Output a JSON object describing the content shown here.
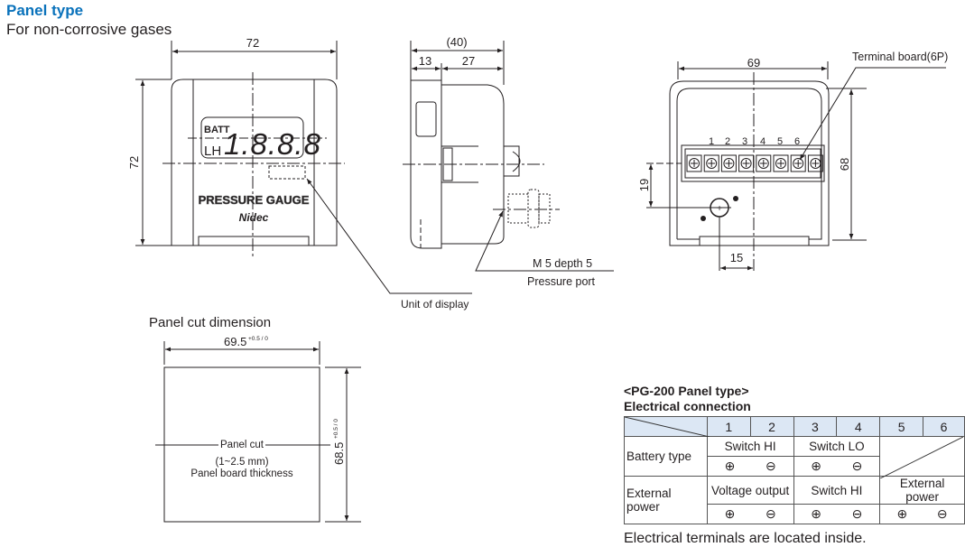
{
  "header": {
    "title": "Panel type",
    "subtitle": "For non-corrosive gases"
  },
  "front_view": {
    "width_dim": "72",
    "height_dim": "72",
    "display_batt": "BATT",
    "display_lh": "LH",
    "display_digits": "1.8.8.8",
    "label": "PRESSURE GAUGE",
    "brand": "Nidec",
    "callout": "Unit of display"
  },
  "side_view": {
    "total_dim": "(40)",
    "front_dim": "13",
    "rear_dim": "27",
    "port_spec": "M 5 depth 5",
    "port_label": "Pressure port"
  },
  "rear_view": {
    "width_dim": "69",
    "height_dim": "68",
    "offset_v": "19",
    "offset_h": "15",
    "terminal_label": "Terminal board(6P)",
    "terminal_numbers": [
      "1",
      "2",
      "3",
      "4",
      "5",
      "6"
    ]
  },
  "panel_cut": {
    "title": "Panel cut dimension",
    "width_dim": "69.5",
    "width_tol": "+0.5 / 0",
    "height_dim": "68.5",
    "height_tol": "+0.5 / 0",
    "center_label": "Panel cut",
    "thickness": "(1~2.5 mm)",
    "thickness_label": "Panel board thickness"
  },
  "table": {
    "title": "<PG-200 Panel type>",
    "subtitle": "Electrical connection",
    "columns": [
      "1",
      "2",
      "3",
      "4",
      "5",
      "6"
    ],
    "rows": [
      {
        "label": "Battery type",
        "groups": [
          "Switch HI",
          "Switch LO"
        ],
        "plus": "⊕",
        "minus": "⊖"
      },
      {
        "label": "External power",
        "groups": [
          "Voltage output",
          "Switch HI",
          "External power"
        ],
        "plus": "⊕",
        "minus": "⊖"
      }
    ]
  },
  "footer": "Electrical terminals are located inside."
}
